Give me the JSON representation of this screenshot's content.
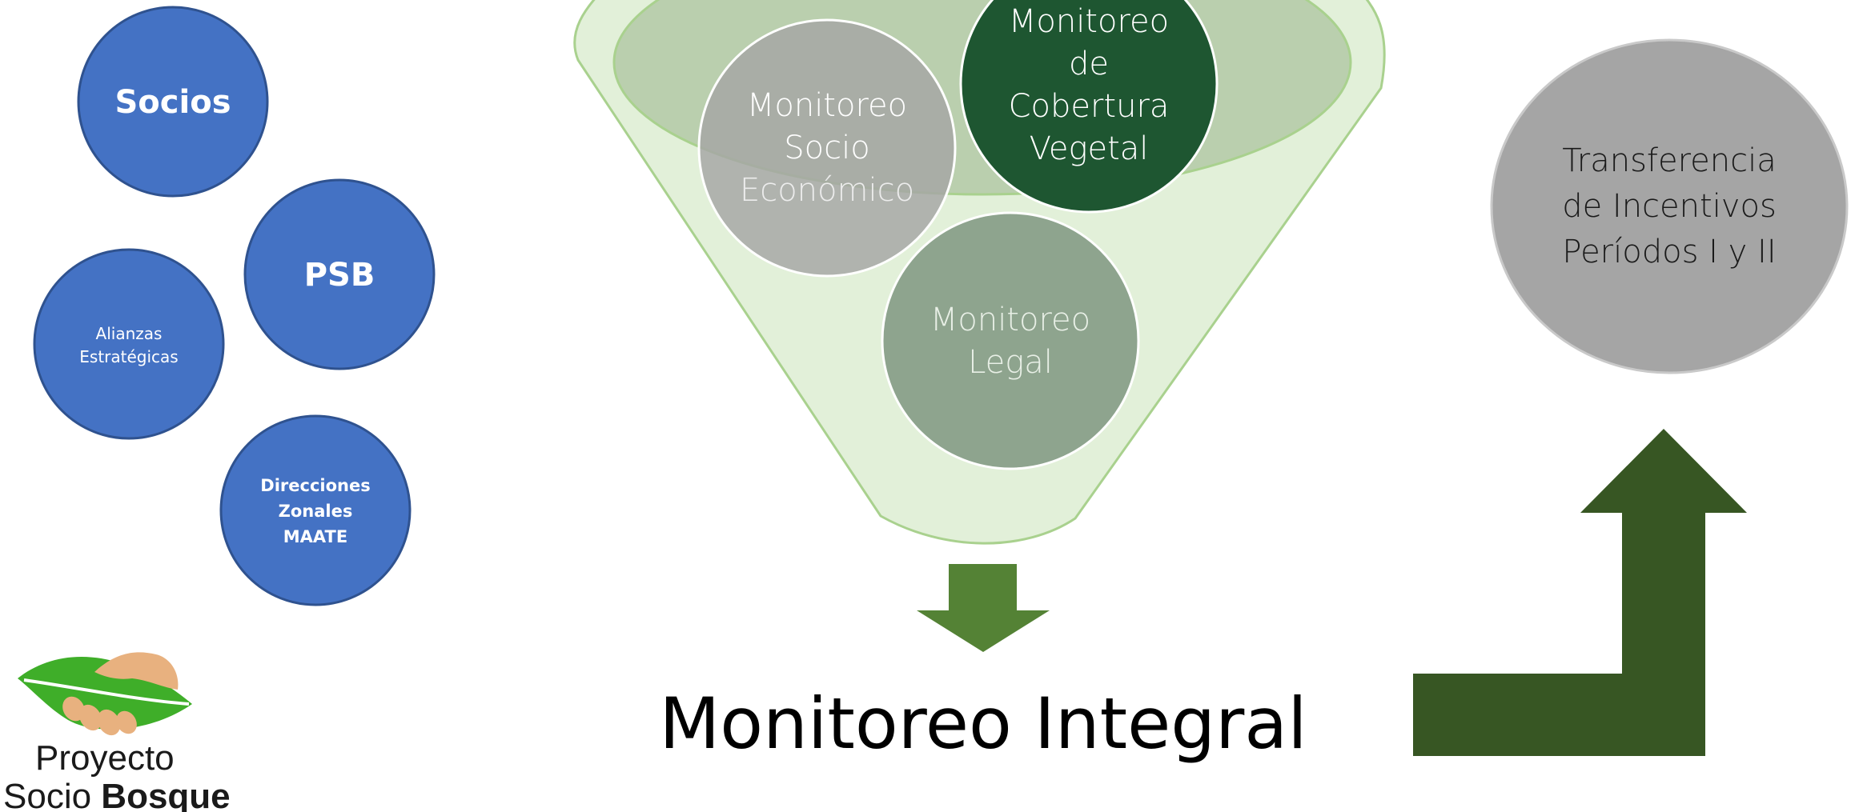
{
  "partners": {
    "socios": "Socios",
    "psb": "PSB",
    "alianzas": [
      "Alianzas",
      "Estratégicas"
    ],
    "direcciones": [
      "Direcciones",
      "Zonales",
      "MAATE"
    ]
  },
  "funnel": {
    "socio_economico": [
      "Monitoreo",
      "Socio",
      "Económico"
    ],
    "cobertura_vegetal": [
      "Monitoreo",
      "de",
      "Cobertura",
      "Vegetal"
    ],
    "legal": [
      "Monitoreo",
      "Legal"
    ]
  },
  "result_title": "Monitoreo Integral",
  "transfer": [
    "Transferencia",
    "de Incentivos",
    "Períodos I y II"
  ],
  "logo": {
    "line1": "Proyecto",
    "line2_prefix": "Socio ",
    "line2_bold": "Bosque"
  },
  "colors": {
    "partner_blue": "#4472C4",
    "funnel_fill": "#E2F0D9",
    "funnel_rim": "#A9C79A",
    "grey_circle": "#A5A5A5",
    "dark_green": "#1E5631",
    "legal_grey": "#7F9680",
    "arrow_green": "#548235",
    "bent_arrow_green": "#375623"
  }
}
